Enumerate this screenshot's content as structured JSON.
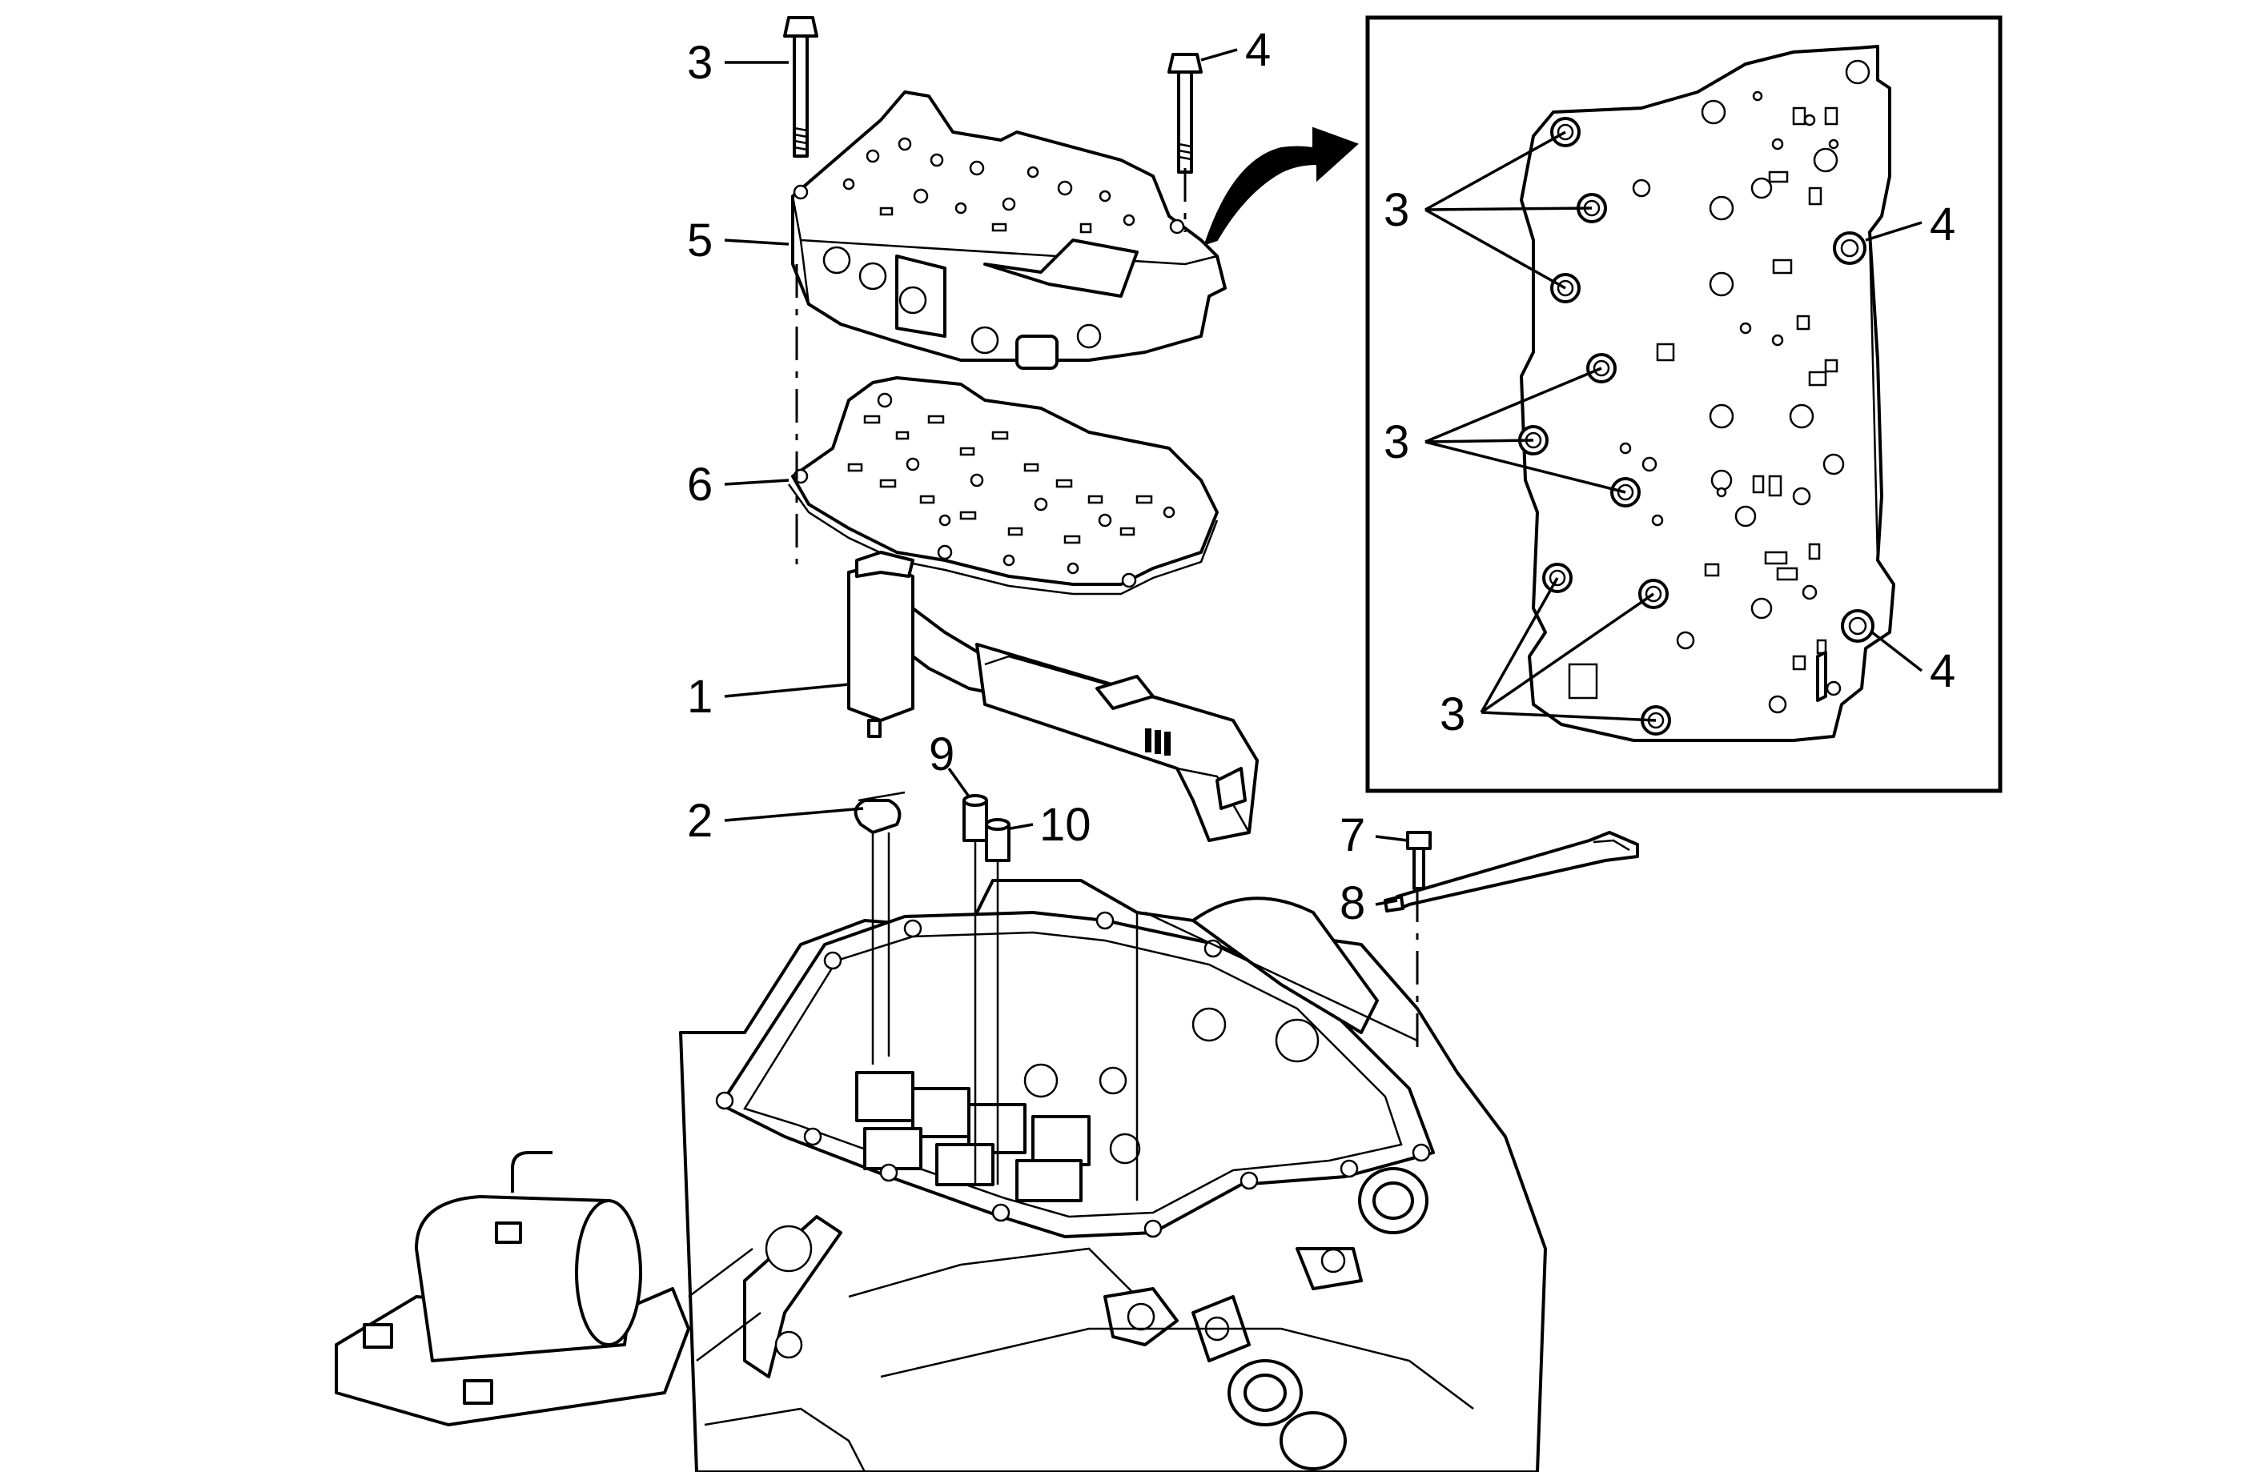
{
  "callouts": {
    "bolt_long_top": "3",
    "bolt_short_top": "4",
    "valve_body": "5",
    "spacer_plate": "6",
    "control_module": "1",
    "clip": "2",
    "seal_a": "9",
    "seal_b": "10",
    "bracket_bolt": "7",
    "bracket": "8",
    "inset_3_a": "3",
    "inset_3_b": "3",
    "inset_3_c": "3",
    "inset_4_a": "4",
    "inset_4_b": "4"
  }
}
